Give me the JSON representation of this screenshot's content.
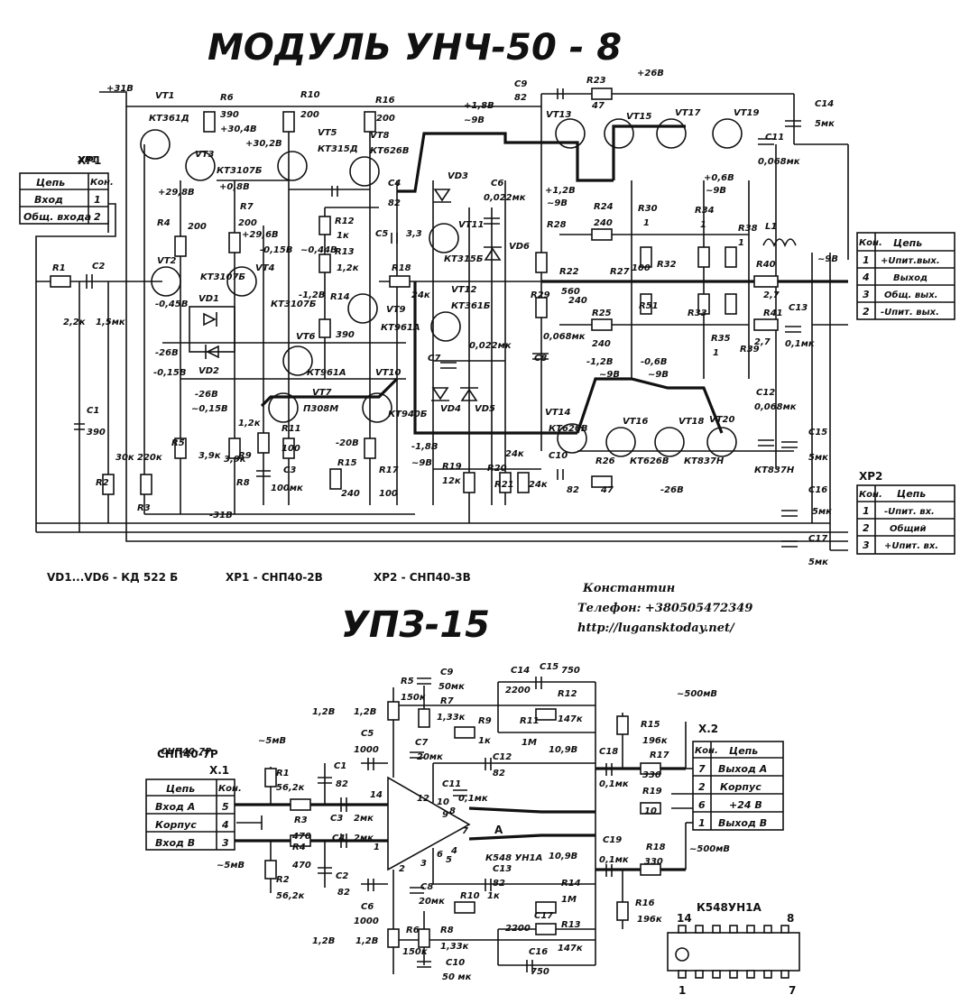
{
  "title1": "МОДУЛЬ  УНЧ-50 - 8",
  "title2": "УПЗ-15",
  "credit": {
    "name": "Константин",
    "phone": "Телефон: +380505472349",
    "url": "http://lugansktoday.net/"
  },
  "notes": {
    "vd": "VD1...VD6 - КД 522 Б",
    "xp1": "XP1 - СНП40-2В",
    "xp2": "XP2 - СНП40-3В"
  },
  "xp1": {
    "name": "XP1",
    "h1": "Цепь",
    "h2": "Кон.",
    "rows": [
      [
        "Вход",
        "1"
      ],
      [
        "Общ. входа",
        "2"
      ]
    ]
  },
  "xp_out": {
    "h1": "Кон.",
    "h2": "Цепь",
    "rows": [
      [
        "1",
        "+Uпит.вых."
      ],
      [
        "4",
        "Выход"
      ],
      [
        "3",
        "Общ. вых."
      ],
      [
        "2",
        "-Uпит. вых."
      ]
    ]
  },
  "xp2": {
    "name": "XP2",
    "h1": "Кон.",
    "h2": "Цепь",
    "rows": [
      [
        "1",
        "-Uпит. вх."
      ],
      [
        "2",
        "Общий"
      ],
      [
        "3",
        "+Uпит. вх."
      ]
    ]
  },
  "x1": {
    "name": "X.1",
    "conn": "СНП40-7Р",
    "h1": "Цепь",
    "h2": "Кон.",
    "rows": [
      [
        "Вход А",
        "5"
      ],
      [
        "Корпус",
        "4"
      ],
      [
        "Вход В",
        "3"
      ]
    ]
  },
  "x2": {
    "name": "X.2",
    "h1": "Кон.",
    "h2": "Цепь",
    "rows": [
      [
        "7",
        "Выход А"
      ],
      [
        "2",
        "Корпус"
      ],
      [
        "6",
        "+24 В"
      ],
      [
        "1",
        "Выход В"
      ]
    ]
  },
  "ic": {
    "name": "К548УН1А",
    "pin_top_left": "14",
    "pin_top_right": "8",
    "pin_bot_left": "1",
    "pin_bot_right": "7",
    "amp_label": "К548 УН1А",
    "a_label": "A"
  },
  "top_labels": [
    [
      "+31В",
      118,
      101
    ],
    [
      "VT1",
      172,
      109
    ],
    [
      "R6",
      244,
      111
    ],
    [
      "R10",
      333,
      108
    ],
    [
      "R16",
      416,
      114
    ],
    [
      "C9",
      570,
      96
    ],
    [
      "82",
      570,
      111
    ],
    [
      "R23",
      650,
      92
    ],
    [
      "+26В",
      706,
      84
    ],
    [
      "КТ361Д",
      165,
      134
    ],
    [
      "390",
      244,
      130
    ],
    [
      "200",
      333,
      130
    ],
    [
      "200",
      417,
      134
    ],
    [
      "VT13",
      605,
      130
    ],
    [
      "47",
      656,
      120
    ],
    [
      "VT15",
      694,
      132
    ],
    [
      "VT17",
      748,
      128
    ],
    [
      "VT19",
      813,
      128
    ],
    [
      "C14",
      903,
      118
    ],
    [
      "5мк",
      903,
      140
    ],
    [
      "+30,4В",
      244,
      146
    ],
    [
      "VT5",
      352,
      150
    ],
    [
      "VT8",
      410,
      153
    ],
    [
      "КТ315Д",
      352,
      168
    ],
    [
      "КТ626В",
      410,
      170
    ],
    [
      "VT3",
      216,
      174
    ],
    [
      "КТ3107Б",
      240,
      192
    ],
    [
      "C11",
      848,
      155
    ],
    [
      "0,068мк",
      840,
      182
    ],
    [
      "XP1",
      86,
      180
    ],
    [
      "+29,8В",
      175,
      216
    ],
    [
      "+0,8В",
      243,
      210
    ],
    [
      "C4",
      430,
      206
    ],
    [
      "82",
      430,
      228
    ],
    [
      "VD3",
      496,
      198
    ],
    [
      "C6",
      544,
      206
    ],
    [
      "0,022мк",
      536,
      222
    ],
    [
      "R24",
      658,
      232
    ],
    [
      "240",
      658,
      250
    ],
    [
      "R30",
      707,
      234
    ],
    [
      "1",
      713,
      250
    ],
    [
      "R34",
      770,
      236
    ],
    [
      "1",
      776,
      252
    ],
    [
      "R38",
      818,
      256
    ],
    [
      "1",
      818,
      272
    ],
    [
      "R4",
      174,
      250
    ],
    [
      "200",
      208,
      254
    ],
    [
      "R7",
      266,
      232
    ],
    [
      "200",
      264,
      250
    ],
    [
      "R12",
      371,
      248
    ],
    [
      "1к",
      373,
      264
    ],
    [
      "VT11",
      508,
      252
    ],
    [
      "R28",
      606,
      252
    ],
    [
      "L1",
      848,
      254
    ],
    [
      "+29,6В",
      268,
      263
    ],
    [
      "C5",
      416,
      262
    ],
    [
      "3,3",
      450,
      262
    ],
    [
      "КТ315Б",
      492,
      290
    ],
    [
      "VD6",
      564,
      276
    ],
    [
      "R32",
      728,
      296
    ],
    [
      "R40",
      838,
      296
    ],
    [
      "~9В",
      906,
      290
    ],
    [
      "R13",
      371,
      282
    ],
    [
      "1,2к",
      373,
      300
    ],
    [
      "~0,44В",
      333,
      280
    ],
    [
      "VT4",
      283,
      300
    ],
    [
      "R18",
      434,
      300
    ],
    [
      "R22",
      620,
      304
    ],
    [
      "R27",
      676,
      304
    ],
    [
      "100",
      700,
      300
    ],
    [
      "2,7",
      846,
      330
    ],
    [
      "R1",
      58,
      300
    ],
    [
      "C2",
      102,
      298
    ],
    [
      "VT2",
      174,
      292
    ],
    [
      "KT3107Б",
      222,
      310
    ],
    [
      "24к",
      456,
      330
    ],
    [
      "560",
      622,
      326
    ],
    [
      "VT12",
      500,
      324
    ],
    [
      "КТ361Б",
      500,
      342
    ],
    [
      "R29",
      588,
      330
    ],
    [
      "240",
      630,
      336
    ],
    [
      "R51",
      708,
      342
    ],
    [
      "R33",
      762,
      350
    ],
    [
      "R41",
      846,
      350
    ],
    [
      "C13",
      874,
      344
    ],
    [
      "-1,2В",
      331,
      330
    ],
    [
      "R14",
      366,
      332
    ],
    [
      "VT9",
      428,
      346
    ],
    [
      "КТ961А",
      422,
      366
    ],
    [
      "R25",
      656,
      350
    ],
    [
      "240",
      656,
      384
    ],
    [
      "2,7",
      836,
      382
    ],
    [
      "0,1мк",
      870,
      384
    ],
    [
      "2,2к",
      70,
      360
    ],
    [
      "1,5мк",
      106,
      360
    ],
    [
      "-0,45В",
      172,
      340
    ],
    [
      "VD1",
      220,
      334
    ],
    [
      "КТ3107Б",
      300,
      340
    ],
    [
      "390",
      372,
      374
    ],
    [
      "C8",
      592,
      400
    ],
    [
      "0,068мк",
      602,
      376
    ],
    [
      "R35",
      788,
      378
    ],
    [
      "1",
      790,
      394
    ],
    [
      "R39",
      820,
      390
    ],
    [
      "VT6",
      328,
      376
    ],
    [
      "C7",
      474,
      400
    ],
    [
      "0,022мк",
      520,
      386
    ],
    [
      "VD2",
      220,
      414
    ],
    [
      "-26В",
      172,
      394
    ],
    [
      "-0,15В",
      170,
      416
    ],
    [
      "КТ961А",
      340,
      416
    ],
    [
      "VT10",
      416,
      416
    ],
    [
      "-1,2В",
      650,
      404
    ],
    [
      "~9В",
      664,
      418
    ],
    [
      "-0,6В",
      710,
      404
    ],
    [
      "~9В",
      718,
      418
    ],
    [
      "C12",
      838,
      438
    ],
    [
      "0,068мк",
      836,
      454
    ],
    [
      "-26В",
      216,
      440
    ],
    [
      "VT7",
      346,
      438
    ],
    [
      "C1",
      96,
      458
    ],
    [
      "390",
      96,
      482
    ],
    [
      "~0,15В",
      212,
      456
    ],
    [
      "П308М",
      336,
      456
    ],
    [
      "VD4",
      488,
      456
    ],
    [
      "VD5",
      526,
      456
    ],
    [
      "VT14",
      604,
      460
    ],
    [
      "КТ626В",
      608,
      478
    ],
    [
      "VT16",
      690,
      470
    ],
    [
      "VT18",
      752,
      470
    ],
    [
      "VT20",
      786,
      468
    ],
    [
      "C15",
      896,
      482
    ],
    [
      "5мк",
      896,
      510
    ],
    [
      "1,2к",
      264,
      472
    ],
    [
      "R11",
      312,
      478
    ],
    [
      "100",
      312,
      500
    ],
    [
      "-20В",
      372,
      494
    ],
    [
      "КТ940Б",
      430,
      462
    ],
    [
      "R19",
      490,
      520
    ],
    [
      "12к",
      490,
      536
    ],
    [
      "R20",
      540,
      522
    ],
    [
      "24к",
      560,
      506
    ],
    [
      "R21",
      548,
      540
    ],
    [
      "24к",
      586,
      540
    ],
    [
      "C10",
      608,
      508
    ],
    [
      "82",
      628,
      546
    ],
    [
      "R26",
      660,
      514
    ],
    [
      "47",
      666,
      546
    ],
    [
      "-26В",
      732,
      546
    ],
    [
      "КТ626В",
      698,
      514
    ],
    [
      "КТ837Н",
      758,
      514
    ],
    [
      "КТ837Н",
      836,
      524
    ],
    [
      "R5",
      190,
      494
    ],
    [
      "3,9к",
      220,
      508
    ],
    [
      "3,9к",
      248,
      512
    ],
    [
      "R9",
      264,
      508
    ],
    [
      "R8",
      262,
      538
    ],
    [
      "30к",
      128,
      510
    ],
    [
      "220к",
      152,
      510
    ],
    [
      "C3",
      314,
      524
    ],
    [
      "100мк",
      300,
      544
    ],
    [
      "R15",
      374,
      516
    ],
    [
      "240",
      378,
      550
    ],
    [
      "R17",
      420,
      524
    ],
    [
      "100",
      420,
      550
    ],
    [
      "-1,8В",
      456,
      498
    ],
    [
      "~9В",
      456,
      516
    ],
    [
      "R2",
      106,
      538
    ],
    [
      "R3",
      152,
      566
    ],
    [
      "-31В",
      232,
      574
    ],
    [
      "C16",
      896,
      546
    ],
    [
      "5мк",
      900,
      570
    ],
    [
      "C17",
      896,
      600
    ],
    [
      "5мк",
      896,
      626
    ],
    [
      "+1,8В",
      514,
      120
    ],
    [
      "~9В",
      514,
      136
    ],
    [
      "+1,2В",
      604,
      214
    ],
    [
      "~9В",
      606,
      228
    ],
    [
      "+0,6В",
      780,
      200
    ],
    [
      "~9В",
      782,
      214
    ],
    [
      "-0,15В",
      288,
      280
    ],
    [
      "+30,2В",
      272,
      162
    ]
  ],
  "bot_labels": [
    [
      "C9",
      488,
      748
    ],
    [
      "50мк",
      486,
      764
    ],
    [
      "C14",
      566,
      746
    ],
    [
      "C15",
      598,
      742
    ],
    [
      "750",
      622,
      746
    ],
    [
      "R5",
      444,
      758
    ],
    [
      "150к",
      444,
      776
    ],
    [
      "R7",
      488,
      780
    ],
    [
      "1,33к",
      484,
      798
    ],
    [
      "2200",
      560,
      768
    ],
    [
      "R12",
      618,
      772
    ],
    [
      "147к",
      618,
      800
    ],
    [
      "R9",
      530,
      802
    ],
    [
      "1к",
      530,
      824
    ],
    [
      "R11",
      576,
      802
    ],
    [
      "1М",
      578,
      826
    ],
    [
      "1,2В",
      346,
      792
    ],
    [
      "1,2В",
      392,
      792
    ],
    [
      "C5",
      400,
      816
    ],
    [
      "1000",
      392,
      834
    ],
    [
      "C7",
      460,
      826
    ],
    [
      "20мк",
      462,
      842
    ],
    [
      "C12",
      546,
      842
    ],
    [
      "82",
      546,
      860
    ],
    [
      "10,9В",
      608,
      834
    ],
    [
      "C18",
      664,
      836
    ],
    [
      "R15",
      710,
      806
    ],
    [
      "196к",
      712,
      824
    ],
    [
      "R17",
      720,
      840
    ],
    [
      "~500мВ",
      750,
      772
    ],
    [
      "СНП40-7Р",
      178,
      836
    ],
    [
      "~5мВ",
      286,
      824
    ],
    [
      "R1",
      306,
      860
    ],
    [
      "56,2к",
      306,
      876
    ],
    [
      "C1",
      370,
      852
    ],
    [
      "82",
      372,
      872
    ],
    [
      "C11",
      490,
      872
    ],
    [
      "0,1мк",
      508,
      888
    ],
    [
      "0,1мк",
      664,
      872
    ],
    [
      "330",
      712,
      862
    ],
    [
      "R19",
      712,
      880
    ],
    [
      "10",
      714,
      902
    ],
    [
      "R3",
      326,
      912
    ],
    [
      "470",
      324,
      930
    ],
    [
      "C3",
      366,
      910
    ],
    [
      "2мк",
      392,
      910
    ],
    [
      "14",
      410,
      884
    ],
    [
      "12",
      462,
      888
    ],
    [
      "10",
      484,
      892
    ],
    [
      "9",
      490,
      906
    ],
    [
      "8",
      498,
      902
    ],
    [
      "R4",
      324,
      942
    ],
    [
      "470",
      324,
      962
    ],
    [
      "C4",
      368,
      932
    ],
    [
      "2мк",
      392,
      932
    ],
    [
      "1",
      414,
      942
    ],
    [
      "7",
      512,
      924
    ],
    [
      "4",
      500,
      946
    ],
    [
      "6",
      484,
      950
    ],
    [
      "5",
      494,
      956
    ],
    [
      "C19",
      668,
      934
    ],
    [
      "0,1мк",
      664,
      956
    ],
    [
      "R18",
      716,
      942
    ],
    [
      "330",
      714,
      958
    ],
    [
      "~500мВ",
      764,
      944
    ],
    [
      "~5мВ",
      240,
      962
    ],
    [
      "R2",
      306,
      978
    ],
    [
      "56,2к",
      306,
      996
    ],
    [
      "C2",
      372,
      974
    ],
    [
      "82",
      374,
      992
    ],
    [
      "2",
      442,
      966
    ],
    [
      "3",
      466,
      960
    ],
    [
      "C13",
      546,
      966
    ],
    [
      "82",
      546,
      982
    ],
    [
      "10,9В",
      608,
      952
    ],
    [
      "C8",
      466,
      986
    ],
    [
      "20мк",
      464,
      1002
    ],
    [
      "R10",
      510,
      996
    ],
    [
      "1к",
      540,
      996
    ],
    [
      "R14",
      622,
      982
    ],
    [
      "1М",
      622,
      1000
    ],
    [
      "R16",
      704,
      1004
    ],
    [
      "196к",
      706,
      1022
    ],
    [
      "C6",
      400,
      1008
    ],
    [
      "1000",
      392,
      1024
    ],
    [
      "2200",
      560,
      1032
    ],
    [
      "C17",
      592,
      1018
    ],
    [
      "R13",
      622,
      1028
    ],
    [
      "147к",
      618,
      1054
    ],
    [
      "R6",
      450,
      1034
    ],
    [
      "150к",
      446,
      1058
    ],
    [
      "R8",
      488,
      1034
    ],
    [
      "1,33к",
      488,
      1052
    ],
    [
      "C10",
      494,
      1070
    ],
    [
      "50 мк",
      490,
      1086
    ],
    [
      "C16",
      586,
      1058
    ],
    [
      "750",
      588,
      1080
    ],
    [
      "1,2В",
      346,
      1046
    ],
    [
      "1,2В",
      394,
      1046
    ]
  ]
}
